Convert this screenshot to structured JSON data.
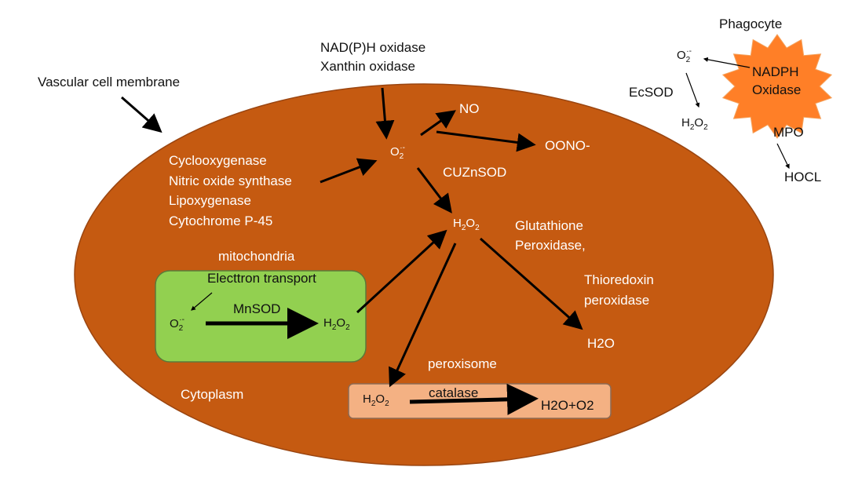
{
  "labels": {
    "membrane": "Vascular cell membrane",
    "enzymes_top": [
      "NAD(P)H oxidase",
      "Xanthin oxidase"
    ],
    "enzymes_left": [
      "Cyclooxygenase",
      "Nitric oxide synthase",
      "Lipoxygenase",
      "Cytochrome P-45"
    ],
    "no": "NO",
    "oono": "OONO-",
    "cuznsod": "CUZnSOD",
    "gpx": [
      "Glutathione",
      "Peroxidase,"
    ],
    "trx": [
      "Thioredoxin",
      "peroxidase"
    ],
    "h2o": "H2O",
    "mitochondria": "mitochondria",
    "etransport": "Electtron transport",
    "mnsod": "MnSOD",
    "peroxisome": "peroxisome",
    "catalase": "catalase",
    "h2o_o2": "H2O+O2",
    "cytoplasm": "Cytoplasm",
    "phagocyte": "Phagocyte",
    "nadph": [
      "NADPH",
      "Oxidase"
    ],
    "ecsod": "EcSOD",
    "mpo": "MPO",
    "hocl": "HOCL"
  },
  "chem": {
    "o2_base": "O",
    "o2_sub": "2",
    "o2_sup": "·-",
    "h2o2_h": "H",
    "h2o2_sub": "2",
    "h2o2_o": "O",
    "h2o2_sub2": "2"
  },
  "colors": {
    "cell_fill": "#c55a11",
    "cell_stroke": "#9a4510",
    "mito_fill": "#92d050",
    "mito_stroke": "#5a7a3a",
    "perox_fill": "#f4b183",
    "perox_stroke": "#8c6a55",
    "star_fill": "#ff7f27",
    "star_stroke": "#f4a460"
  }
}
